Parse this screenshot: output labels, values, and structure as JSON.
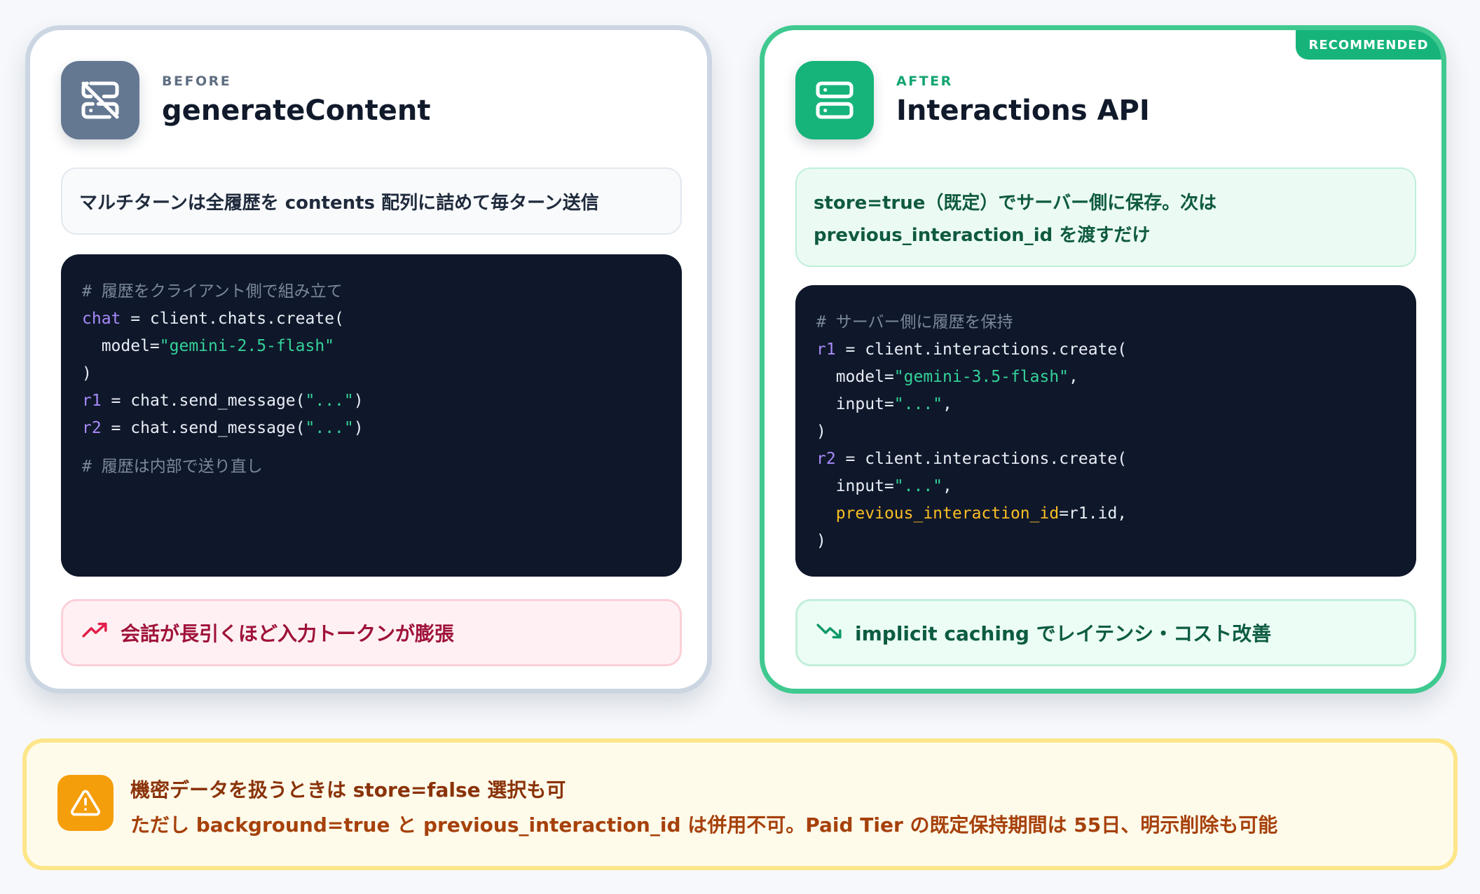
{
  "before": {
    "eyebrow": "BEFORE",
    "title": "generateContent",
    "summary": "マルチターンは全履歴を contents 配列に詰めて毎ターン送信",
    "code": {
      "comment1": "# 履歴をクライアント側で組み立て",
      "chat_var": "chat",
      "chat_create": " = client.chats.create(",
      "model_key": "  model=",
      "model_value": "\"gemini-2.5-flash\"",
      "close_paren": ")",
      "r1_var": "r1",
      "r2_var": "r2",
      "send_call": " = chat.send_message(",
      "send_arg": "\"...\"",
      "send_close": ")",
      "comment2": "# 履歴は内部で送り直し"
    },
    "note": "会話が長引くほど入力トークンが膨張",
    "icon": "server-off-icon",
    "note_icon": "trending-up-icon"
  },
  "after": {
    "badge": "RECOMMENDED",
    "eyebrow": "AFTER",
    "title": "Interactions API",
    "summary_line1": "store=true（既定）でサーバー側に保存。次は",
    "summary_line2": "previous_interaction_id を渡すだけ",
    "code": {
      "comment1": "# サーバー側に履歴を保持",
      "r1_var": "r1",
      "r2_var": "r2",
      "create_call": " = client.interactions.create(",
      "model_key": "  model=",
      "model_value": "\"gemini-3.5-flash\"",
      "comma": ",",
      "input_key": "  input=",
      "input_value": "\"...\"",
      "close_paren": ")",
      "prev_indent": "  ",
      "prev_key": "previous_interaction_id",
      "prev_value": "=r1.id,"
    },
    "note": "implicit caching でレイテンシ・コスト改善",
    "icon": "server-icon",
    "note_icon": "trending-down-icon"
  },
  "warning": {
    "title": "機密データを扱うときは store=false 選択も可",
    "body": "ただし background=true と previous_interaction_id は併用不可。Paid Tier の既定保持期間は 55日、明示削除も可能",
    "icon": "alert-triangle-icon"
  },
  "colors": {
    "before_accent": "#647892",
    "after_accent": "#16b47a",
    "code_bg": "#0f172a",
    "warning_accent": "#f59e0b"
  }
}
